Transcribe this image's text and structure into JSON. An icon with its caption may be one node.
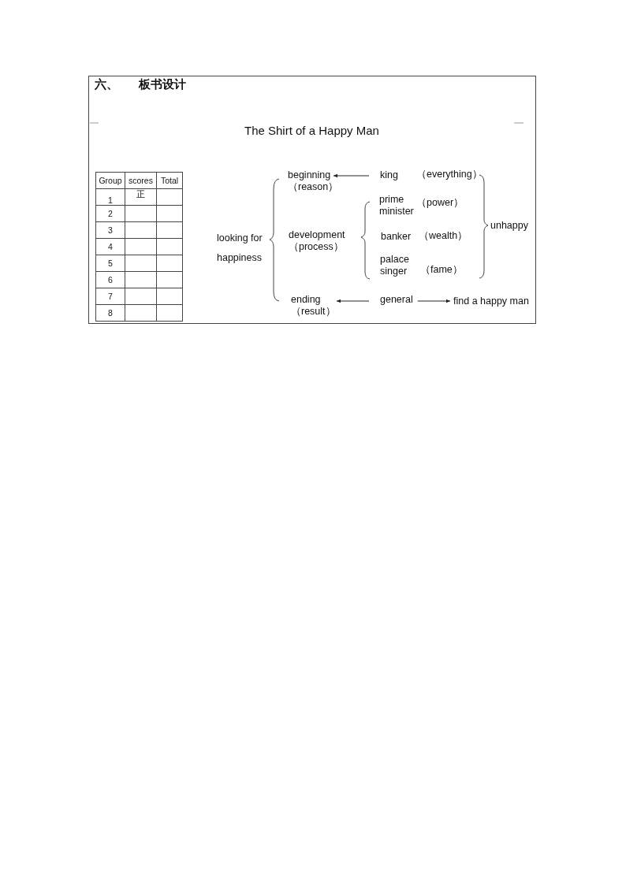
{
  "diagram": {
    "title": "The Shirt of a Happy Man",
    "nodes": [
      {
        "text": [
          "beginning （reason）"
        ]
      },
      {
        "text": [
          "king"
        ]
      },
      {
        "text": [
          "ending （result）"
        ]
      },
      {
        "text": [
          "general"
        ]
      },
      {
        "text": [
          "find a happy man"
        ]
      }
    ],
    "edges": [
      {
        "from": 1,
        "to": 0,
        "arrow": "to"
      },
      {
        "from": 3,
        "to": 2,
        "arrow": "to"
      },
      {
        "from": 3,
        "to": 4,
        "arrow": "to"
      }
    ],
    "labels": [
      "六、",
      "板书设计",
      "Group",
      "scores",
      "Total",
      "1",
      "正",
      "2",
      "3",
      "4",
      "5",
      "6",
      "7",
      "8",
      "looking for happiness",
      "development （process）",
      "（everything）",
      "prime minister",
      "（power）",
      "banker",
      "（wealth）",
      "palace singer",
      "（fame）",
      "unhappy"
    ]
  }
}
